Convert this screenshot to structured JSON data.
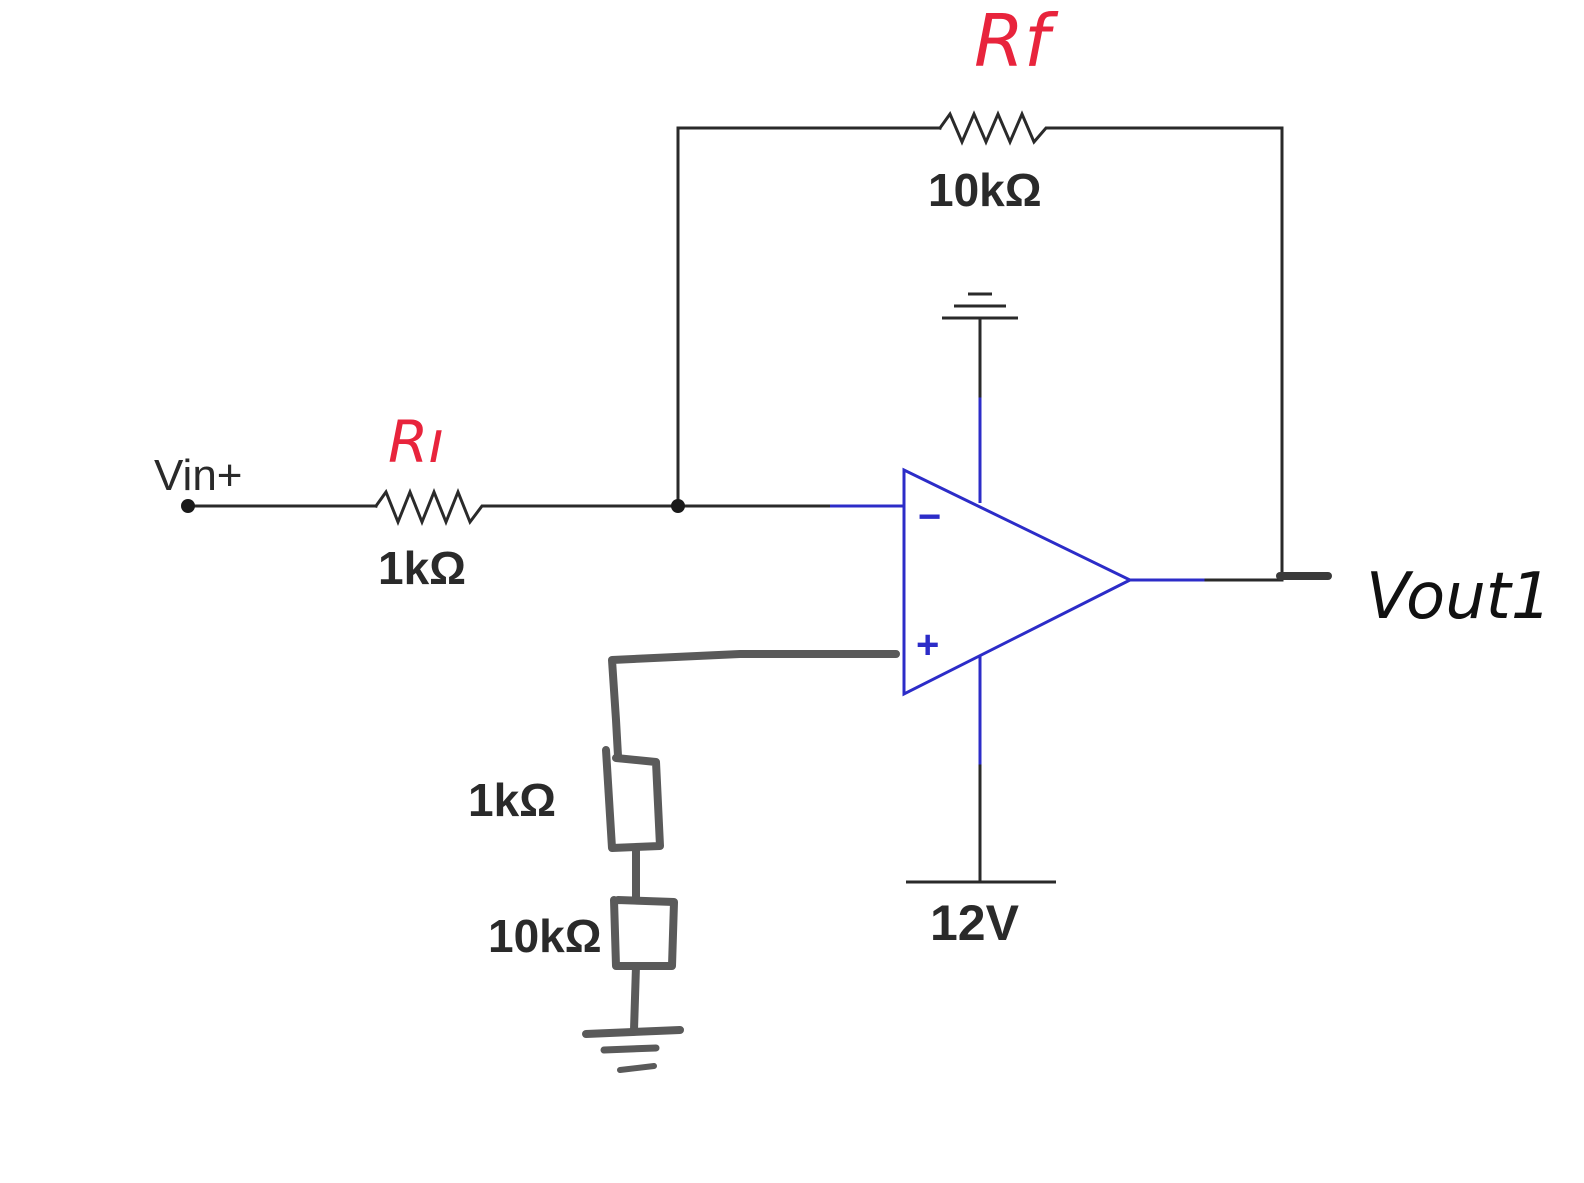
{
  "colors": {
    "wire": "#2a2a2a",
    "opamp": "#2c2cc8",
    "handwritten_red": "#e8243c",
    "handwritten_gray": "#5a5a5a"
  },
  "labels": {
    "vin": "Vin+",
    "r1_handwritten": "Rı",
    "r1_value": "1kΩ",
    "rf_handwritten": "Rf",
    "rf_value": "10kΩ",
    "inverting_sign": "−",
    "noninverting_sign": "+",
    "supply": "12V",
    "vout_handwritten": "Vout1",
    "r_pos_top_value": "1kΩ",
    "r_pos_bottom_value": "10kΩ"
  }
}
